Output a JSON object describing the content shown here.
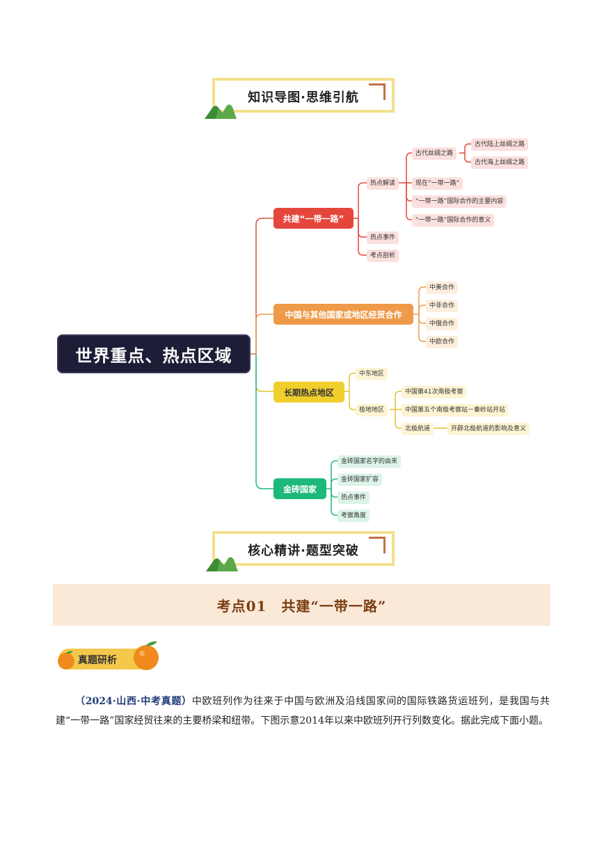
{
  "banner1": {
    "title": "知识导图·思维引航"
  },
  "banner2": {
    "title": "核心精讲·题型突破"
  },
  "mindmap": {
    "root": "世界重点、热点区域",
    "branch1": {
      "label": "共建“一带一路”",
      "sub1": "热点解读",
      "sub1a": "古代丝绸之路",
      "sub1a1": "古代陆上丝绸之路",
      "sub1a2": "古代海上丝绸之路",
      "sub1b": "现在“一带一路”",
      "sub1c": "“一带一路”国际合作的主要内容",
      "sub1d": "“一带一路”国际合作的意义",
      "sub2": "热点事件",
      "sub3": "考点剖析"
    },
    "branch2": {
      "label": "中国与其他国家或地区经贸合作",
      "items": [
        "中美合作",
        "中非合作",
        "中俄合作",
        "中欧合作"
      ]
    },
    "branch3": {
      "label": "长期热点地区",
      "sub1": "中东地区",
      "sub2": "极地地区",
      "sub2a": "中国第41次南极考察",
      "sub2b": "中国第五个南极考察站－秦岭站开站",
      "sub2c": "北极航道",
      "sub2c1": "开辟北极航道的影响及意义"
    },
    "branch4": {
      "label": "金砖国家",
      "items": [
        "金砖国家名字的由来",
        "金砖国家扩容",
        "热点事件",
        "考察角度"
      ]
    }
  },
  "section": {
    "title": "考点01　共建“一带一路”"
  },
  "tag": {
    "label": "真题研析"
  },
  "question": {
    "source": "（2024·山西·中考真题）",
    "body": "中欧班列作为往来于中国与欧洲及沿线国家间的国际铁路货运班列，是我国与共建“一带一路”国家经贸往来的主要桥梁和纽带。下图示意2014年以来中欧班列开行列数变化。据此完成下面小题。"
  },
  "colors": {
    "red": "#e5463c",
    "orange": "#ee9a48",
    "yellow": "#f0cf2c",
    "green": "#1db87a",
    "root_bg": "#1d1d38",
    "section_bg": "#fbe9d8",
    "banner_border": "#f3e08a"
  }
}
